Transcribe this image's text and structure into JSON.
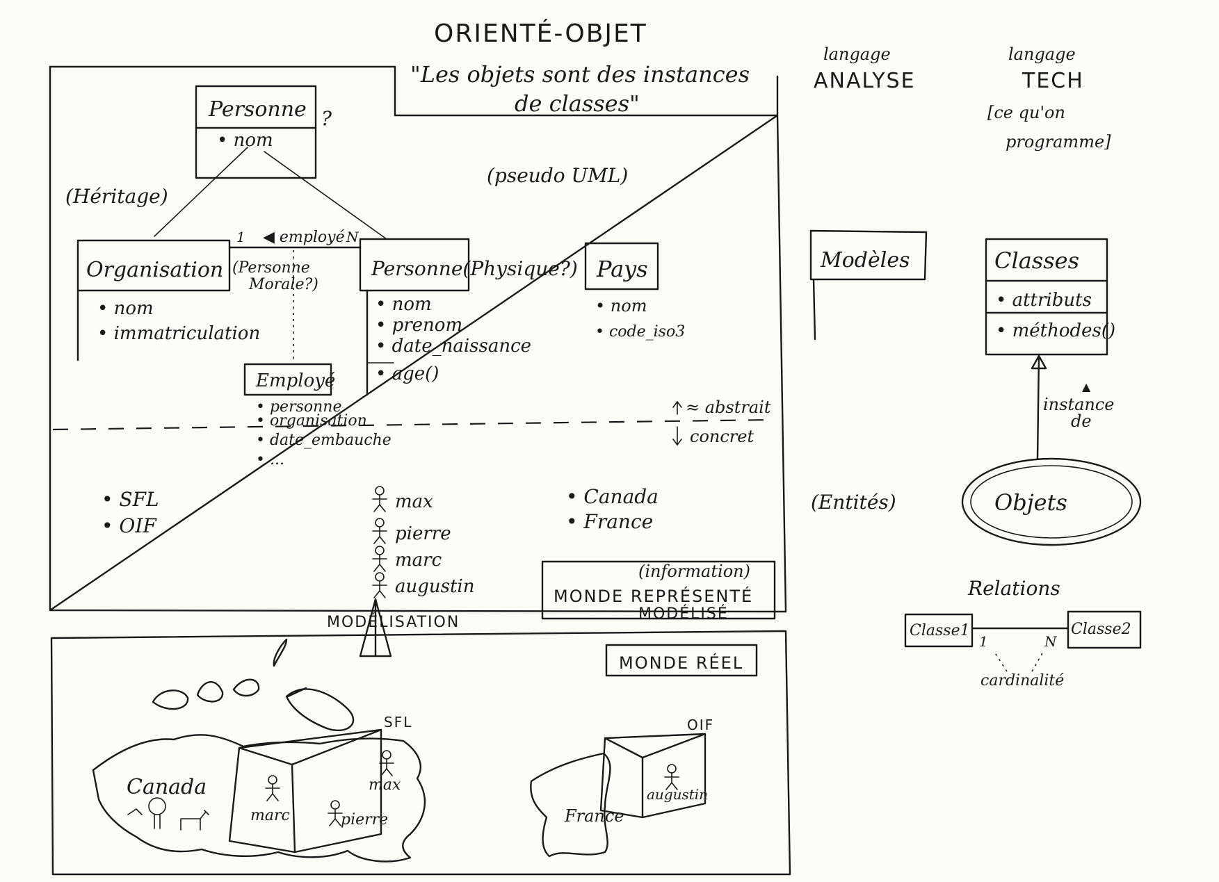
{
  "title": "ORIENTÉ-OBJET",
  "quote": [
    "\"Les objets sont des instances",
    "de classes\""
  ],
  "pseudo_uml": "(pseudo UML)",
  "heritage": "(Héritage)",
  "classes": {
    "personne": {
      "name": "Personne",
      "question": "?",
      "attrs": [
        "• nom"
      ]
    },
    "organisation": {
      "name": "Organisation",
      "aside": [
        "(Personne",
        "Morale?)"
      ],
      "attrs": [
        "• nom",
        "• immatriculation"
      ]
    },
    "personne_physique": {
      "name": "Personne(Physique?)",
      "attrs": [
        "• nom",
        "• prenom",
        "• date_naissance"
      ],
      "methods": [
        "• age()"
      ]
    },
    "pays": {
      "name": "Pays",
      "attrs": [
        "• nom",
        "• code_iso3"
      ]
    },
    "employe": {
      "name": "Employé",
      "attrs": [
        "• personne",
        "• organisation",
        "• date_embauche",
        "• ..."
      ]
    }
  },
  "association": {
    "label": "◀ employé",
    "mult_left": "1",
    "mult_right": "N"
  },
  "levels": {
    "abstract": "≈ abstrait",
    "concrete": "concret"
  },
  "instances": {
    "organisations": [
      "• SFL",
      "• OIF"
    ],
    "personnes": [
      "max",
      "pierre",
      "marc",
      "augustin"
    ],
    "pays": [
      "• Canada",
      "• France"
    ]
  },
  "monde_represente": {
    "information": "(information)",
    "line1": "MONDE REPRÉSENTÉ",
    "line2": "MODÉLISÉ"
  },
  "modelisation": "MODÉLISATION",
  "monde_reel": {
    "label": "MONDE RÉEL",
    "canada": "Canada",
    "france": "France",
    "sfl": "SFL",
    "oif": "OIF",
    "persons_sfl": [
      "marc",
      "pierre",
      "max"
    ],
    "persons_oif": [
      "augustin"
    ]
  },
  "right": {
    "analyse": [
      "langage",
      "ANALYSE"
    ],
    "tech": [
      "langage",
      "TECH"
    ],
    "tech_note": [
      "[ce qu'on",
      "programme]"
    ],
    "modeles": "Modèles",
    "classes_box": {
      "name": "Classes",
      "items": [
        "• attributs",
        "• méthodes()"
      ]
    },
    "instance_de": [
      "▲",
      "instance",
      "de"
    ],
    "entites": "(Entités)",
    "objets": "Objets",
    "relations": {
      "title": "Relations",
      "classe1": "Classe1",
      "classe2": "Classe2",
      "mult_left": "1",
      "mult_right": "N",
      "cardinalite": "cardinalité"
    }
  }
}
